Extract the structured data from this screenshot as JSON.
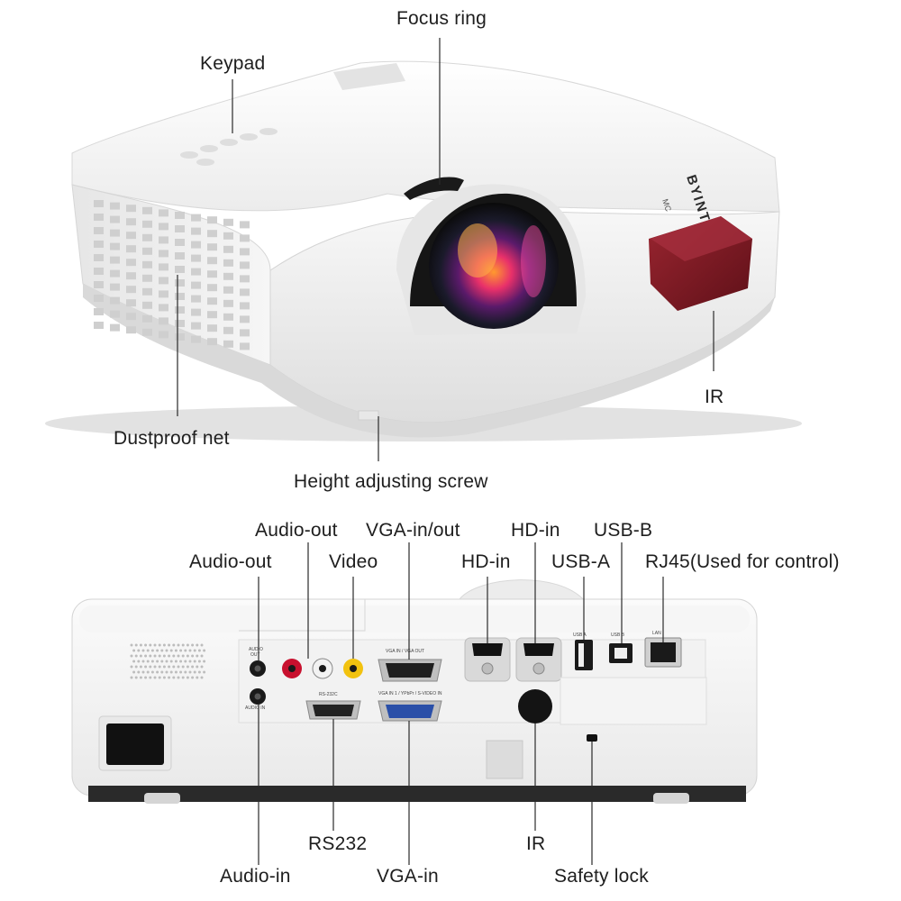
{
  "device": {
    "brand": "BYINTEK",
    "model": "MC"
  },
  "labels": {
    "focus_ring": "Focus ring",
    "keypad": "Keypad",
    "ir_front": "IR",
    "dustproof_net": "Dustproof net",
    "height_adjusting_screw": "Height adjusting screw",
    "audio_out_1": "Audio-out",
    "audio_out_2": "Audio-out",
    "video": "Video",
    "vga_in_out": "VGA-in/out",
    "hd_in_1": "HD-in",
    "hd_in_2": "HD-in",
    "usb_a": "USB-A",
    "usb_b": "USB-B",
    "rj45": "RJ45(Used for control)",
    "rs232": "RS232",
    "ir_rear": "IR",
    "audio_in": "Audio-in",
    "vga_in": "VGA-in",
    "safety_lock": "Safety lock"
  },
  "colors": {
    "body_white": "#f4f4f4",
    "ir_window": "#7a1a22",
    "rca_red": "#c8102e",
    "rca_white": "#f2f2f2",
    "rca_yellow": "#f2c20f",
    "vga_blue": "#2a4fa8"
  }
}
